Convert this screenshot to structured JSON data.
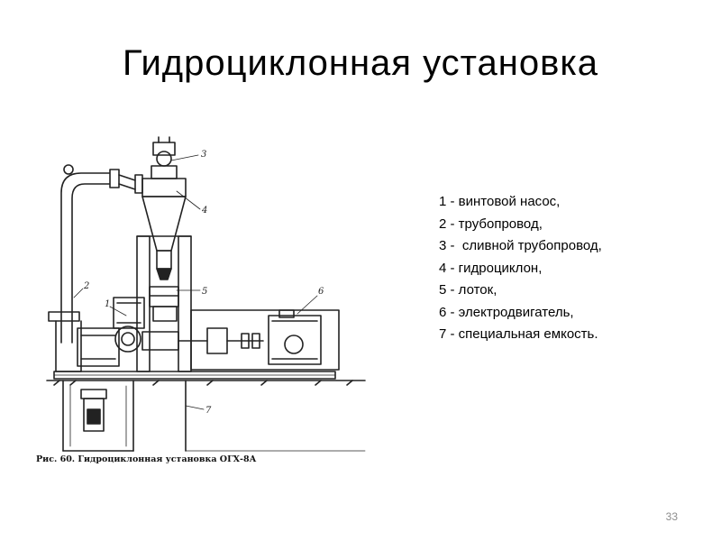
{
  "slide": {
    "title": "Гидроциклонная установка",
    "page_number": "33"
  },
  "figure": {
    "caption": "Рис. 60. Гидроциклонная установка ОГХ-8А",
    "callouts": [
      "1",
      "2",
      "3",
      "4",
      "5",
      "6",
      "7"
    ]
  },
  "legend": {
    "items": [
      "1 - винтовой насос,",
      "2 - трубопровод,",
      "3 -  сливной трубопровод,",
      "4 - гидроциклон,",
      "5 - лоток,",
      "6 - электродвигатель,",
      "7 - специальная емкость."
    ]
  }
}
